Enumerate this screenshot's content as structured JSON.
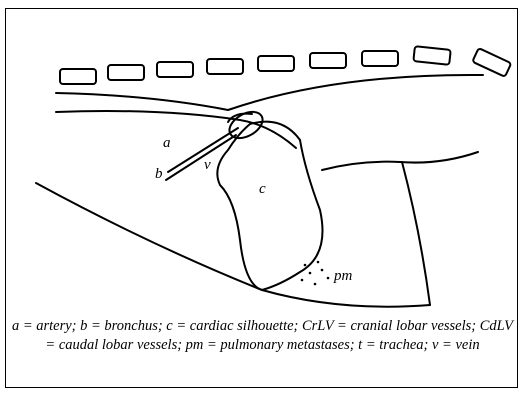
{
  "labels": {
    "a": "a",
    "b": "b",
    "v": "v",
    "c": "c",
    "pm": "pm"
  },
  "caption": "a = artery; b = bronchus; c = cardiac silhouette; CrLV = cranial lobar vessels; CdLV = caudal lobar vessels; pm = pulmonary metastases; t = trachea; v = vein",
  "colors": {
    "line": "#000000",
    "background": "#ffffff"
  }
}
